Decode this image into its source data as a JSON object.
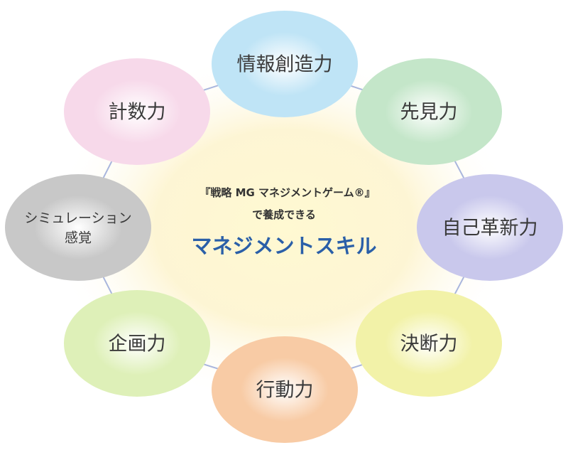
{
  "center": {
    "line1": "『戦略 MG マネジメントゲーム®』",
    "line2": "で養成できる",
    "title": "マネジメントスキル"
  },
  "skills": [
    {
      "lines": [
        "情報創造力"
      ],
      "color": "#bfe4f6"
    },
    {
      "lines": [
        "先見力"
      ],
      "color": "#c4e6c9"
    },
    {
      "lines": [
        "自己革新力"
      ],
      "color": "#c9c8ec"
    },
    {
      "lines": [
        "決断力"
      ],
      "color": "#f2f2a8"
    },
    {
      "lines": [
        "行動力"
      ],
      "color": "#f8cba5"
    },
    {
      "lines": [
        "企画力"
      ],
      "color": "#def0b8"
    },
    {
      "lines": [
        "シミュレーション",
        "感覚"
      ],
      "color": "#c8c8c8"
    },
    {
      "lines": [
        "計数力"
      ],
      "color": "#f7d9ea"
    }
  ]
}
